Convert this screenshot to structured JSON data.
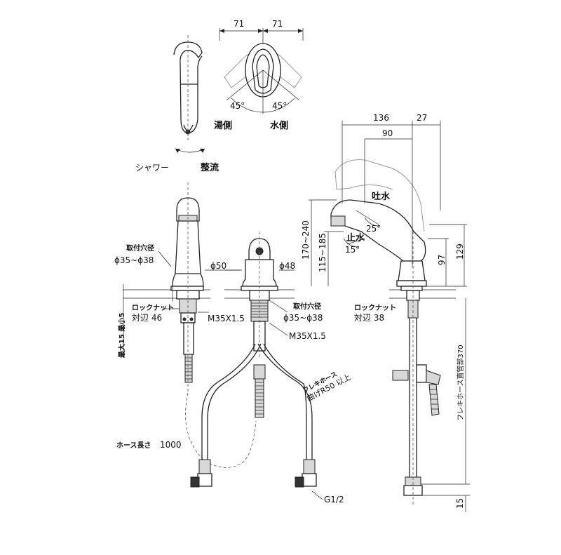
{
  "top_view": {
    "dim_left": "71",
    "dim_right": "71",
    "angle_left": "45°",
    "angle_right": "45°",
    "hot_side": "湯側",
    "cold_side": "水側"
  },
  "shower_toggle": {
    "shower": "シャワー",
    "straight": "整流"
  },
  "side_dims": {
    "total_depth": "136",
    "rear": "27",
    "reach": "90",
    "height_range": "170~240",
    "height_range2": "115~185",
    "spout_height": "97",
    "body_height": "129",
    "outlet": "吐水",
    "stop": "止水",
    "angle_up": "25°",
    "angle_down": "15°",
    "lock_nut": "ロックナット",
    "lock_nut_size": "対辺 38",
    "hose_length": "フレキホース直管部370",
    "bottom_dim": "15"
  },
  "left_view": {
    "hole_label": "取付穴径",
    "hole_size": "ϕ35~ϕ38",
    "dia": "ϕ50",
    "max_thickness": "最大15 最小5",
    "lock_nut": "ロックナット",
    "lock_nut_size": "対辺 46",
    "thread": "M35X1.5",
    "hose_length_label": "ホース長さ",
    "hose_length": "1000"
  },
  "front_view": {
    "dia": "ϕ48",
    "hole_label": "取付穴径",
    "hole_size": "ϕ35~ϕ38",
    "thread": "M35X1.5",
    "flex_hose": "フレキホース",
    "bend_radius": "曲げR50 以上",
    "pipe_thread": "G1/2"
  }
}
